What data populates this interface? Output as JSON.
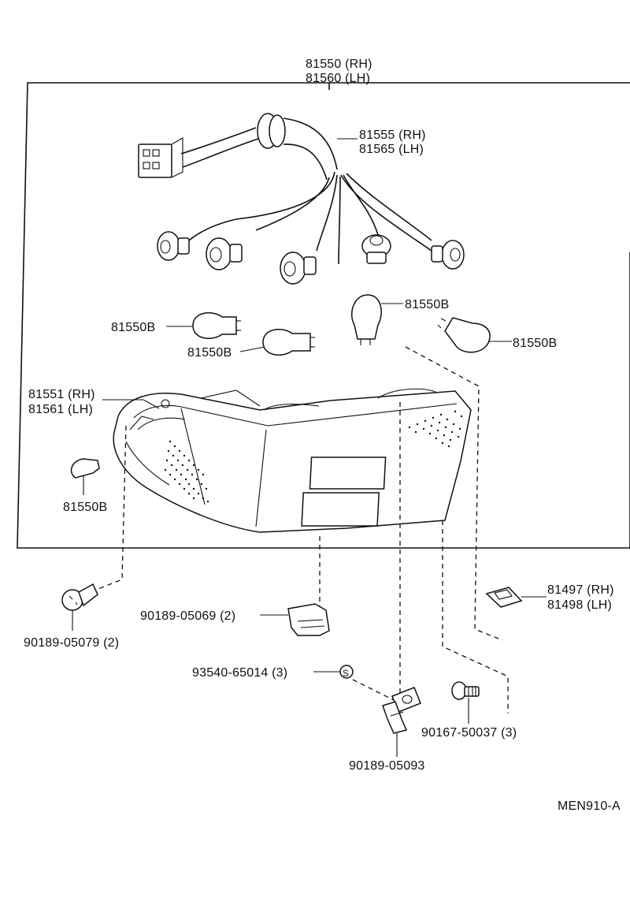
{
  "parts": {
    "assembly_rh": "81550 (RH)",
    "assembly_lh": "81560 (LH)",
    "harness_rh": "81555 (RH)",
    "harness_lh": "81565 (LH)",
    "bulb_1": "81550B",
    "bulb_2": "81550B",
    "bulb_3": "81550B",
    "bulb_4": "81550B",
    "bulb_5": "81550B",
    "lens_rh": "81551 (RH)",
    "lens_lh": "81561 (LH)",
    "bracket_rh": "81497 (RH)",
    "bracket_lh": "81498 (LH)",
    "clip_a": "90189-05069 (2)",
    "clip_b": "90189-05079 (2)",
    "nut": "93540-65014 (3)",
    "screw": "90167-50037 (3)",
    "clip_c": "90189-05093"
  },
  "diagram_code": "MEN910-A",
  "nut_symbol": "S"
}
